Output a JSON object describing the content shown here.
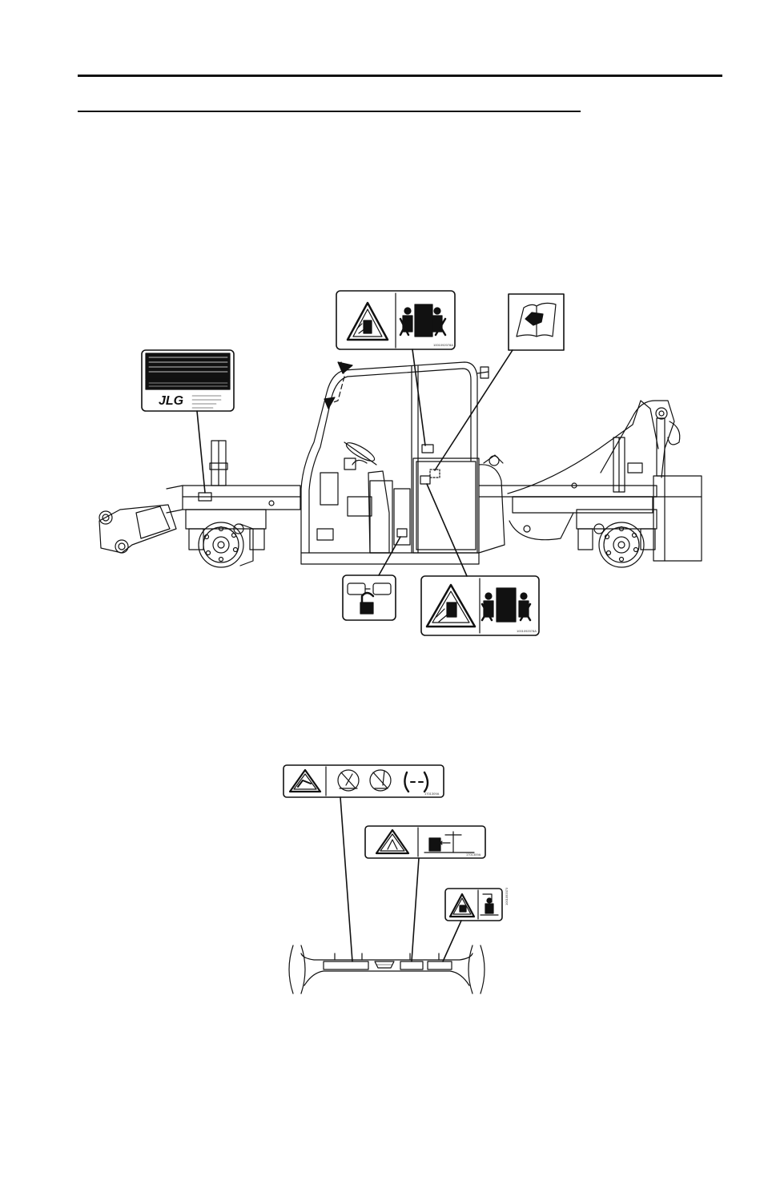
{
  "page": {
    "title": "",
    "section_heading": ""
  },
  "figures": [
    {
      "id": "machine-side-view",
      "decals": [
        {
          "kind": "serial-plate",
          "brand": "JLG"
        },
        {
          "kind": "warning-crush-hazard-cab",
          "code": "1001092078A"
        },
        {
          "kind": "read-manual"
        },
        {
          "kind": "seat-belt-lock"
        },
        {
          "kind": "warning-crush-hazard-door",
          "code": "1001092078A"
        }
      ]
    },
    {
      "id": "frame-front-view",
      "decals": [
        {
          "kind": "warning-tip-over",
          "code": "1701309A"
        },
        {
          "kind": "warning-electrocution",
          "code": "1701309A"
        },
        {
          "kind": "warning-crush-personnel",
          "code": "1001092073"
        }
      ]
    }
  ],
  "colors": {
    "ink": "#111111",
    "paper": "#ffffff"
  }
}
